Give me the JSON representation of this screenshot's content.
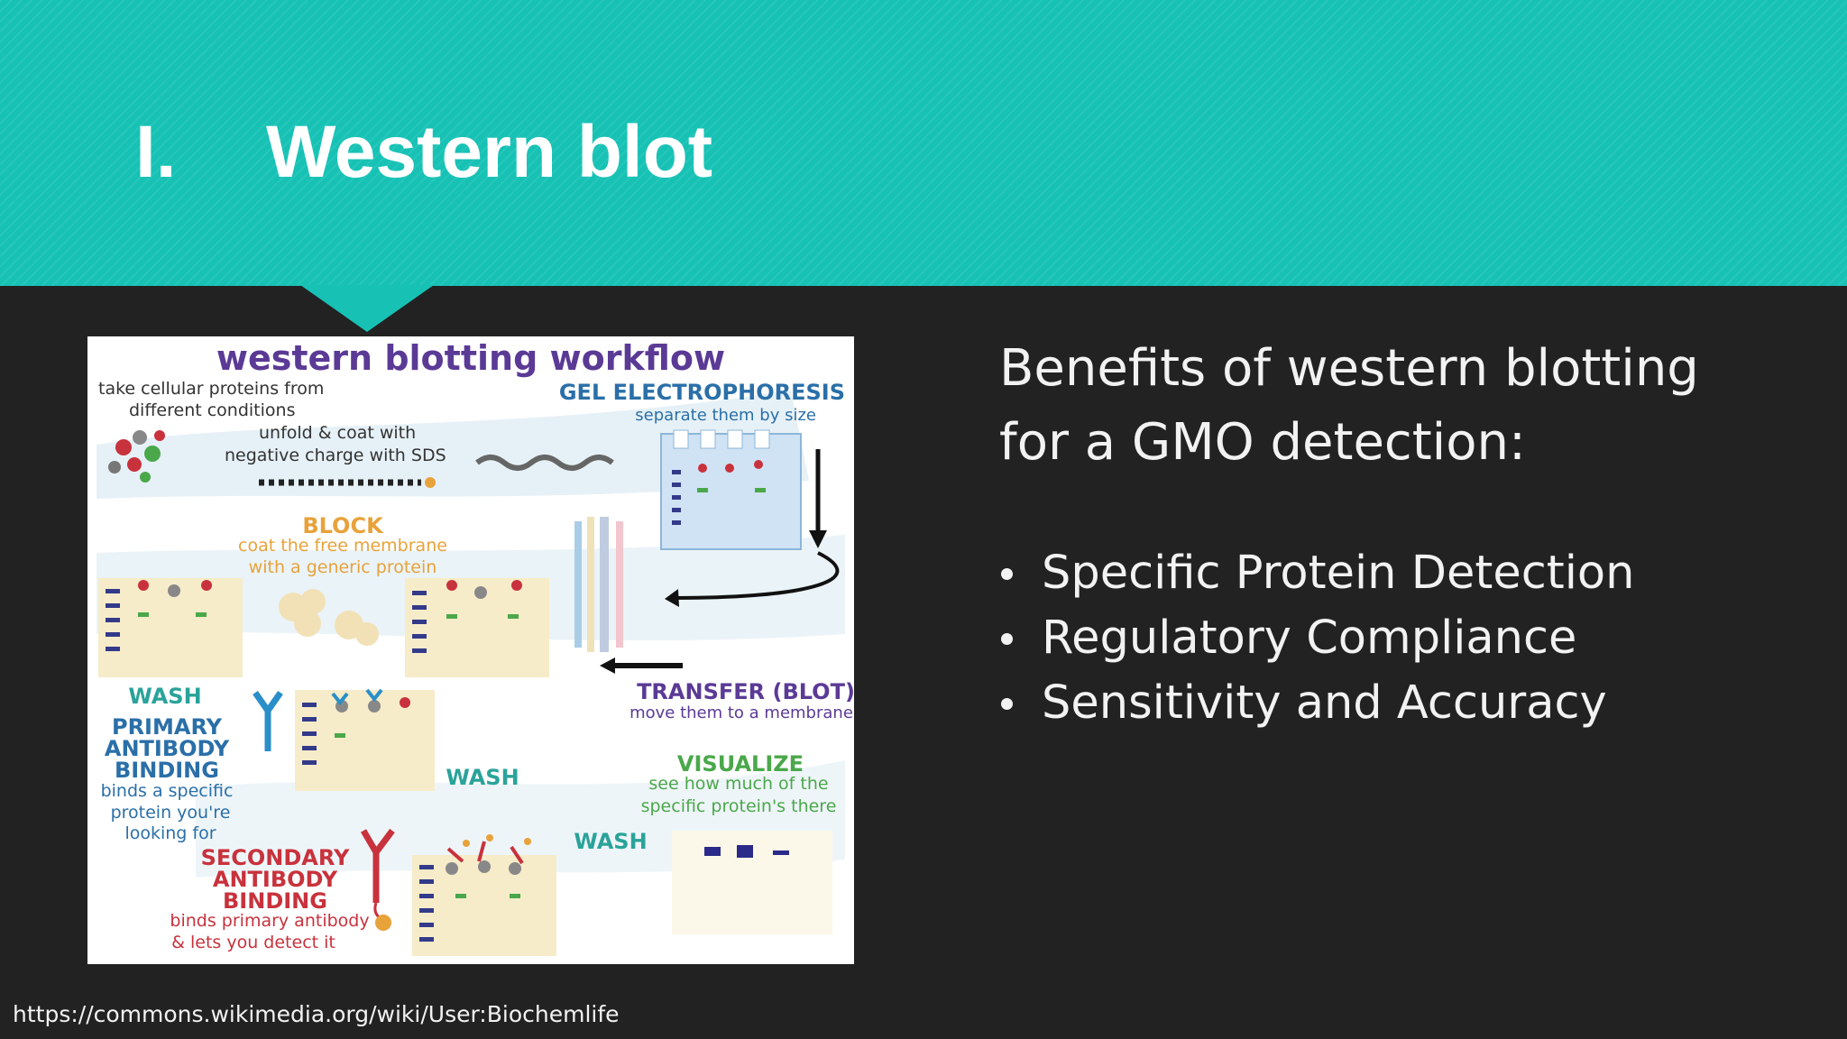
{
  "slide": {
    "title_number": "I.",
    "title": "Western blot",
    "subtitle": "Benefits of western blotting for a GMO detection:",
    "bullets": [
      "Specific Protein Detection",
      "Regulatory Compliance",
      "Sensitivity and Accuracy"
    ],
    "credit": "https://commons.wikimedia.org/wiki/User:Biochemlife"
  },
  "figure": {
    "title": "western blotting workflow",
    "intro_1": "take cellular proteins from",
    "intro_2": "different conditions",
    "unfold_1": "unfold & coat with",
    "unfold_2": "negative charge with SDS",
    "gel_title": "GEL ELECTROPHORESIS",
    "gel_sub": "separate them by size",
    "block_title": "BLOCK",
    "block_1": "coat the free membrane",
    "block_2": "with a generic protein",
    "transfer_title": "TRANSFER (BLOT)",
    "transfer_sub": "move them to a membrane",
    "wash": "WASH",
    "primary_1": "PRIMARY",
    "primary_2": "ANTIBODY",
    "primary_3": "BINDING",
    "primary_d1": "binds a specific",
    "primary_d2": "protein you're",
    "primary_d3": "looking for",
    "visualize_title": "VISUALIZE",
    "visualize_1": "see how much of the",
    "visualize_2": "specific protein's there",
    "secondary_1": "SECONDARY",
    "secondary_2": "ANTIBODY",
    "secondary_3": "BINDING",
    "secondary_d1": "binds primary antibody",
    "secondary_d2": "& lets you detect it"
  },
  "colors": {
    "header": "#17c2b5",
    "background": "#222223",
    "text": "#f2f2f2",
    "fig_purple": "#5b3a96",
    "fig_blue": "#2a6fa8",
    "fig_orange": "#e8a23a",
    "fig_teal": "#2aa39a",
    "fig_green": "#4aa84a",
    "fig_red": "#c8323c"
  }
}
